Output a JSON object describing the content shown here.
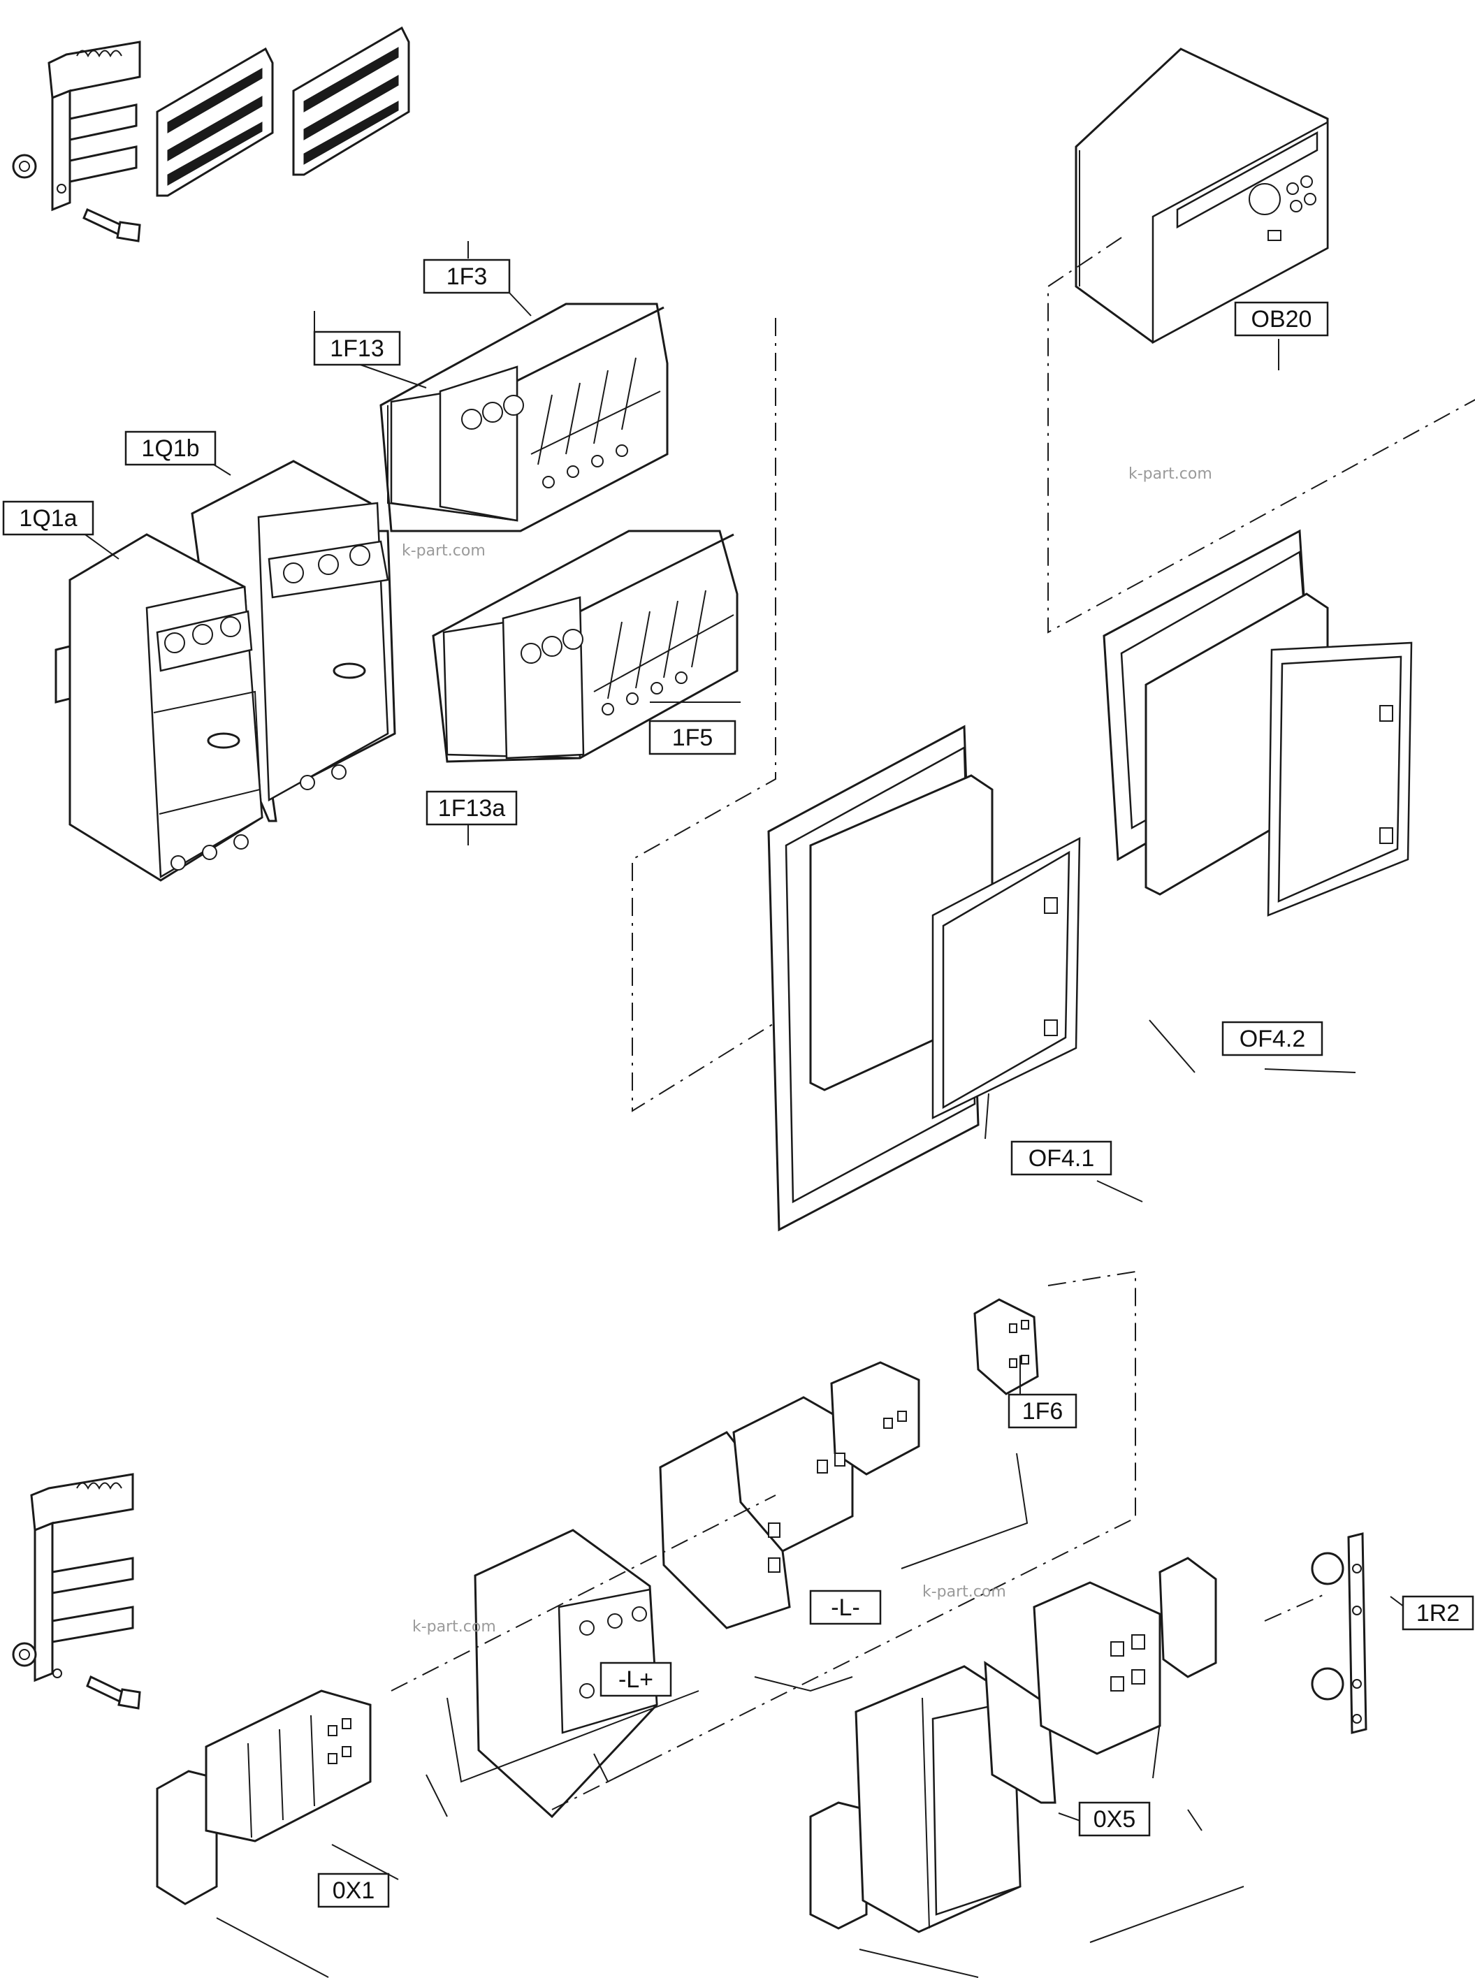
{
  "diagram": {
    "labels": {
      "1F3": "1F3",
      "1F13": "1F13",
      "1Q1b": "1Q1b",
      "1Q1a": "1Q1a",
      "1F5": "1F5",
      "1F13a": "1F13a",
      "OB20": "OB20",
      "OF4_1": "OF4.1",
      "OF4_2": "OF4.2",
      "1F6": "1F6",
      "L_minus": "-L-",
      "L_plus": "-L+",
      "0X1": "0X1",
      "0X5": "0X5",
      "1R2": "1R2"
    },
    "watermark": "k-part.com"
  }
}
